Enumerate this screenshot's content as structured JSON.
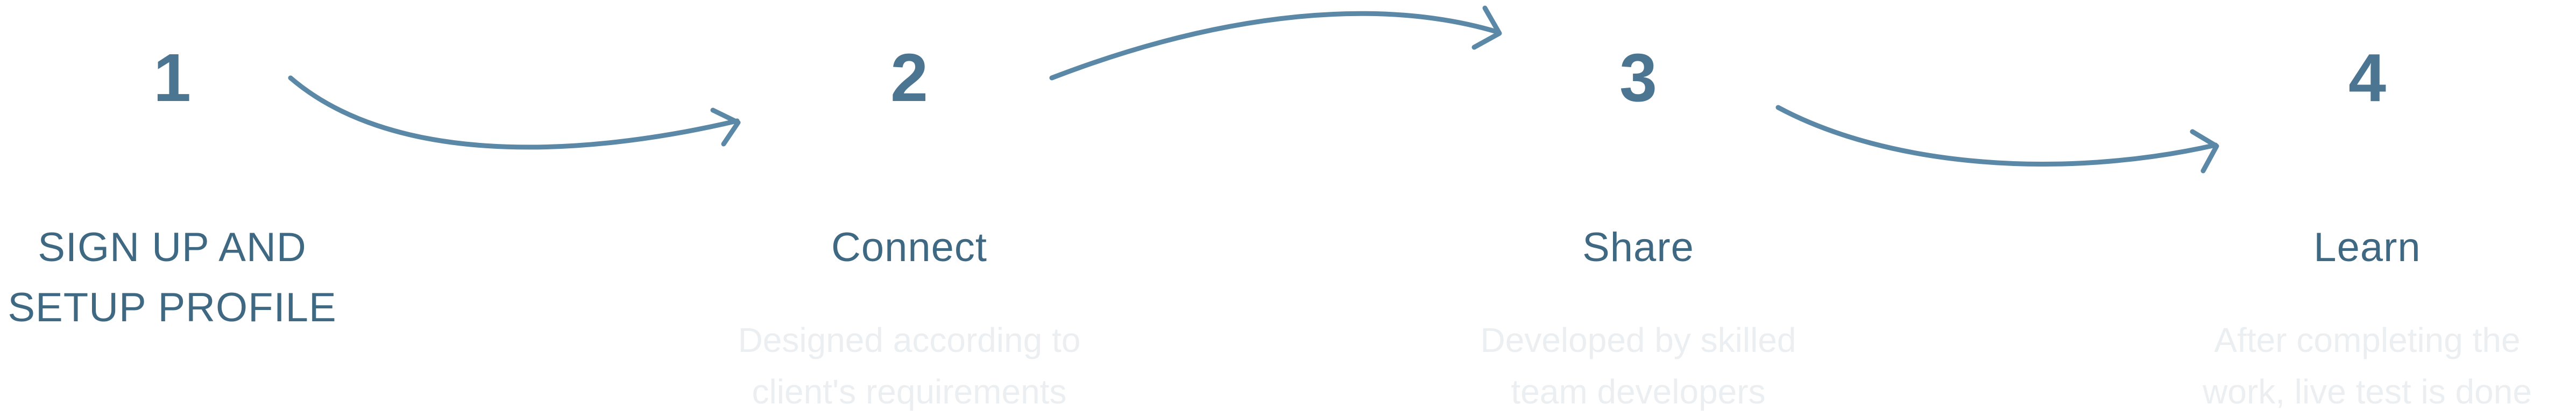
{
  "steps": [
    {
      "number": "1",
      "title": "SIGN UP AND SETUP PROFILE",
      "description": ""
    },
    {
      "number": "2",
      "title": "Connect",
      "description": "Designed according to client's requirements"
    },
    {
      "number": "3",
      "title": "Share",
      "description": "Developed by skilled team developers"
    },
    {
      "number": "4",
      "title": "Learn",
      "description": "After completing the work, live test is done"
    }
  ],
  "colors": {
    "number": "#4c7591",
    "title": "#3f6883",
    "arrow": "#5a88a6",
    "description": "#eceff2"
  }
}
